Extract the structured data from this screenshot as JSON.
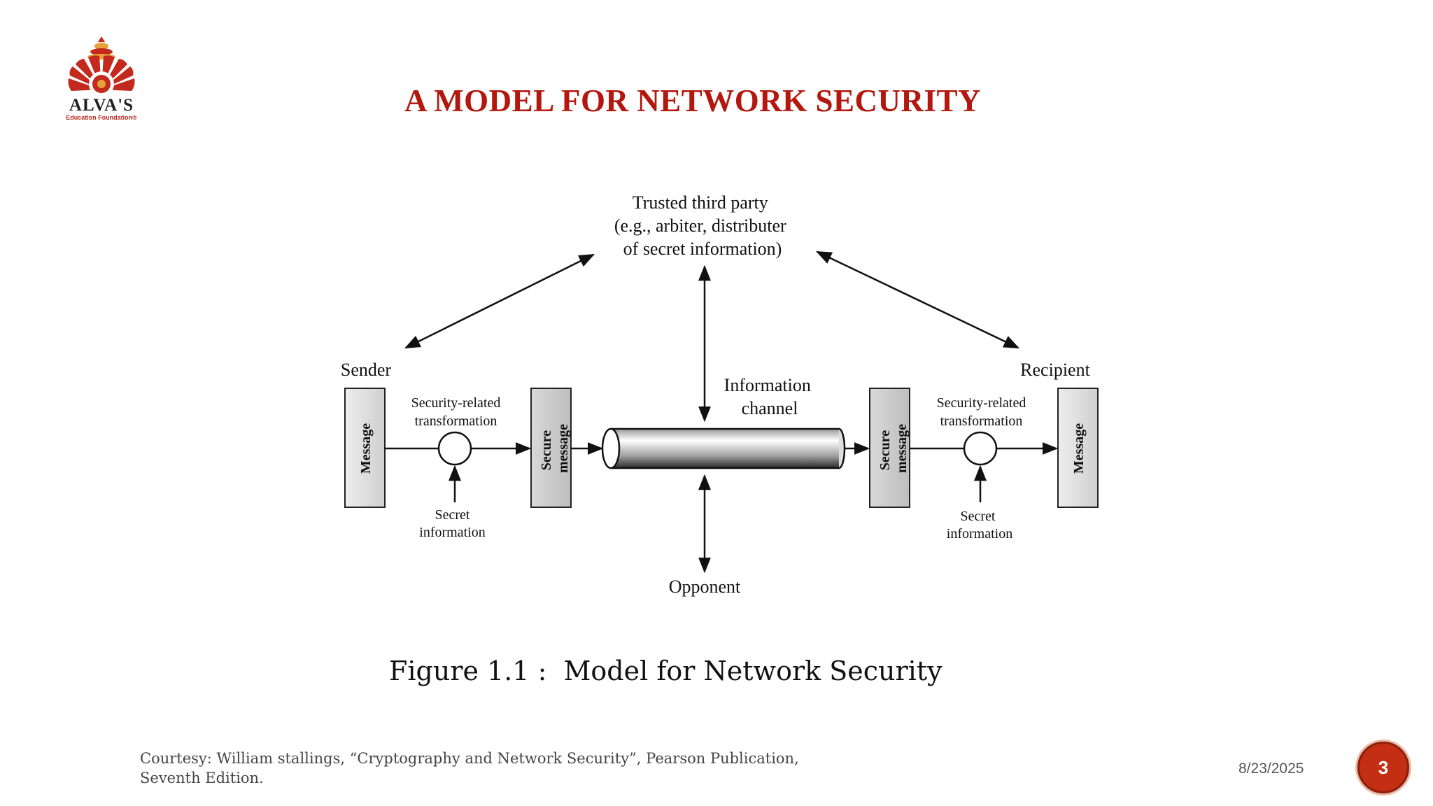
{
  "logo": {
    "name": "ALVA'S",
    "subtitle": "Education Foundation®",
    "colors": {
      "primary": "#c4291d",
      "accent": "#e7a23a"
    }
  },
  "slide": {
    "title": "A MODEL FOR NETWORK SECURITY",
    "caption": "Figure 1.1 :  Model for Network Security",
    "courtesy_line1": "Courtesy: William stallings, “Cryptography and Network Security”, Pearson Publication,",
    "courtesy_line2": "Seventh Edition.",
    "date": "8/23/2025",
    "page_number": "3",
    "title_color": "#b3170d"
  },
  "diagram": {
    "trusted_party": [
      "Trusted third party",
      "(e.g., arbiter, distributer",
      "of secret information)"
    ],
    "sender": "Sender",
    "recipient": "Recipient",
    "channel": [
      "Information",
      "channel"
    ],
    "opponent": "Opponent",
    "sender_transform": [
      "Security-related",
      "transformation"
    ],
    "recipient_transform": [
      "Security-related",
      "transformation"
    ],
    "sender_secret": [
      "Secret",
      "information"
    ],
    "recipient_secret": [
      "Secret",
      "information"
    ],
    "sender_message": "Message",
    "sender_secure": [
      "Secure",
      "message"
    ],
    "recipient_secure": [
      "Secure",
      "message"
    ],
    "recipient_message": "Message"
  }
}
